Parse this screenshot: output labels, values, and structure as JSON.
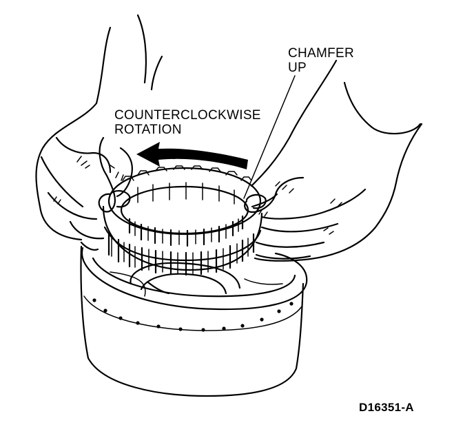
{
  "labels": {
    "rotation_line1": "COUNTERCLOCKWISE",
    "rotation_line2": "ROTATION",
    "chamfer_line1": "CHAMFER",
    "chamfer_line2": "UP"
  },
  "figure_id": "D16351-A",
  "colors": {
    "ink": "#000000",
    "paper": "#ffffff"
  }
}
